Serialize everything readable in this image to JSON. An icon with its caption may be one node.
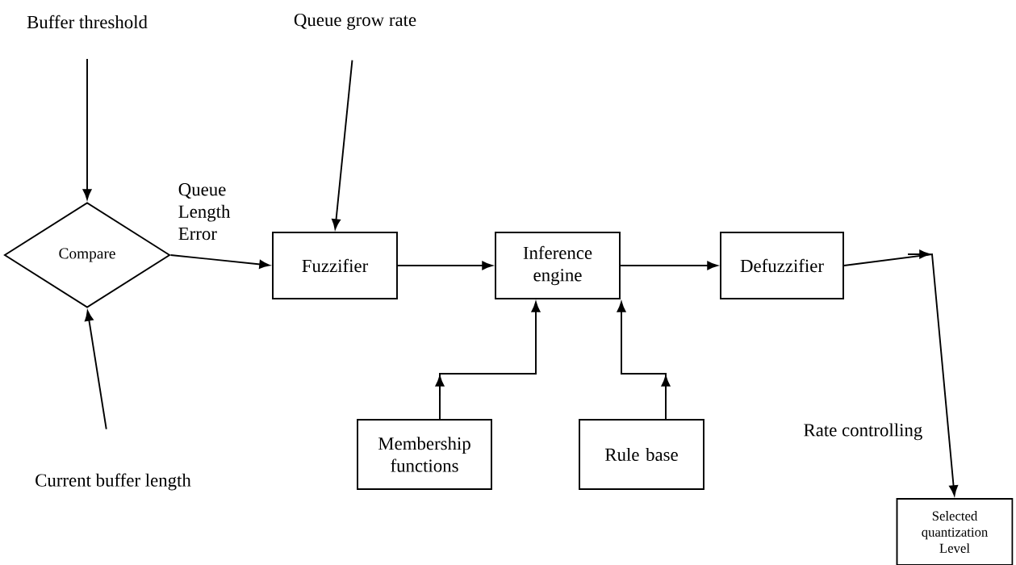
{
  "diagram": {
    "nodes": [
      {
        "text": [
          "Buffer threshold"
        ]
      },
      {
        "text": [
          "Queue grow rate"
        ]
      },
      {
        "text": [
          "Compare"
        ]
      },
      {
        "text": [
          "Current buffer length"
        ]
      },
      {
        "text": [
          "Fuzzifier"
        ]
      },
      {
        "text": [
          "Inference engine"
        ]
      },
      {
        "text": [
          "Defuzzifier"
        ]
      },
      {
        "text": [
          "Membership functions"
        ]
      },
      {
        "text": [
          "Rule base"
        ]
      },
      {
        "text": [
          "Selected quantization Level"
        ]
      }
    ],
    "edges": [
      {
        "from": 0,
        "to": 2,
        "arrow": "to"
      },
      {
        "from": 3,
        "to": 2,
        "arrow": "to"
      },
      {
        "from": 2,
        "to": 4,
        "arrow": "to",
        "label": "Queue Length Error"
      },
      {
        "from": 1,
        "to": 4,
        "arrow": "to"
      },
      {
        "from": 4,
        "to": 5,
        "arrow": "to"
      },
      {
        "from": 5,
        "to": 6,
        "arrow": "to"
      },
      {
        "from": 7,
        "to": 5,
        "arrow": "to"
      },
      {
        "from": 8,
        "to": 5,
        "arrow": "to"
      },
      {
        "from": 6,
        "to": 9,
        "arrow": "to",
        "label": "Rate controlling"
      }
    ]
  }
}
